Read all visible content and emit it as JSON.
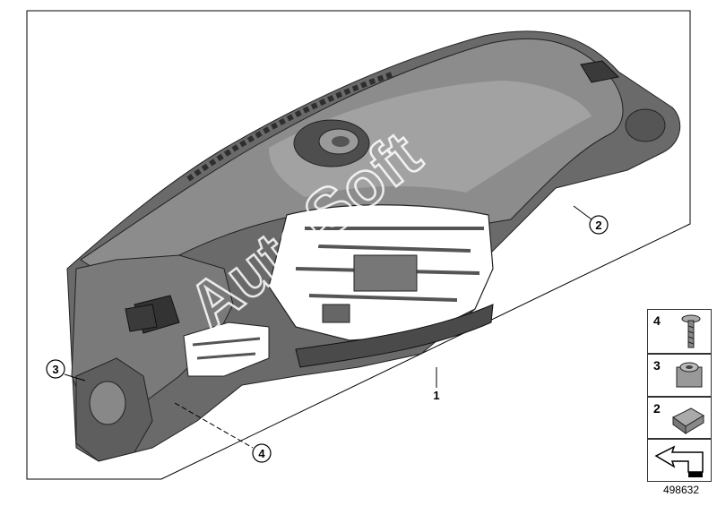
{
  "callouts": {
    "c1": "1",
    "c2": "2",
    "c3": "3",
    "c4": "4"
  },
  "side_panel": {
    "items": [
      {
        "label": "4",
        "icon": "screw-icon"
      },
      {
        "label": "3",
        "icon": "nut-icon"
      },
      {
        "label": "2",
        "icon": "clip-icon"
      },
      {
        "label": "",
        "icon": "arrow-icon"
      }
    ]
  },
  "watermark": "AutoSoft",
  "diagram_id": "498632",
  "colors": {
    "dash_dark": "#5a5a5a",
    "dash_mid": "#8a8a8a",
    "dash_light": "#b8b8b8",
    "line": "#000000"
  }
}
